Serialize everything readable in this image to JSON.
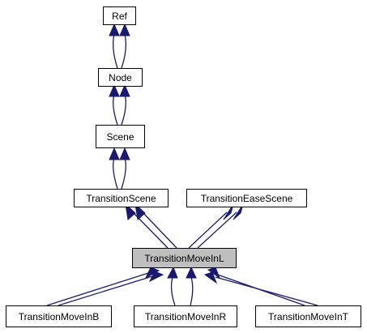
{
  "diagram": {
    "nodes": [
      {
        "id": "ref",
        "label": "Ref"
      },
      {
        "id": "node",
        "label": "Node"
      },
      {
        "id": "scene",
        "label": "Scene"
      },
      {
        "id": "transition_scene",
        "label": "TransitionScene"
      },
      {
        "id": "transition_ease_scene",
        "label": "TransitionEaseScene"
      },
      {
        "id": "transition_move_in_l",
        "label": "TransitionMoveInL",
        "highlighted": true
      },
      {
        "id": "transition_move_in_b",
        "label": "TransitionMoveInB"
      },
      {
        "id": "transition_move_in_r",
        "label": "TransitionMoveInR"
      },
      {
        "id": "transition_move_in_t",
        "label": "TransitionMoveInT"
      }
    ],
    "edges": [
      {
        "from": "node",
        "to": "ref"
      },
      {
        "from": "scene",
        "to": "node"
      },
      {
        "from": "transition_scene",
        "to": "scene"
      },
      {
        "from": "transition_move_in_l",
        "to": "transition_scene"
      },
      {
        "from": "transition_move_in_l",
        "to": "transition_ease_scene"
      },
      {
        "from": "transition_move_in_b",
        "to": "transition_move_in_l"
      },
      {
        "from": "transition_move_in_r",
        "to": "transition_move_in_l"
      },
      {
        "from": "transition_move_in_t",
        "to": "transition_move_in_l"
      }
    ],
    "colors": {
      "edge": "#191970",
      "highlight_fill": "#bfbfbf",
      "box_fill": "#ffffff",
      "box_stroke": "#000000"
    }
  }
}
